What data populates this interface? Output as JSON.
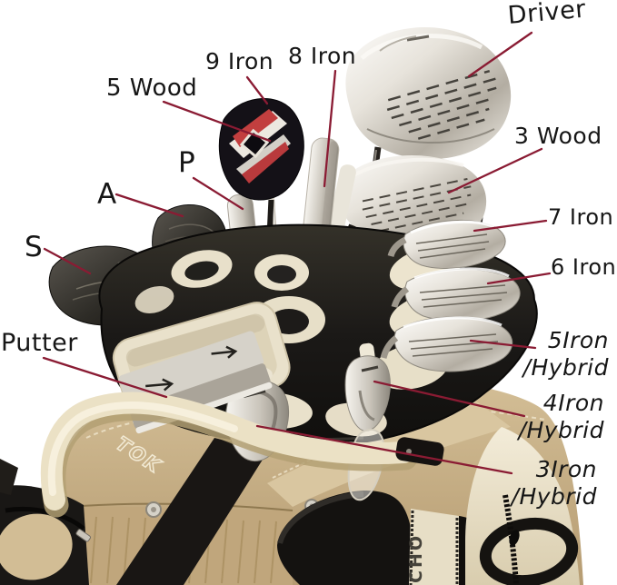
{
  "colors": {
    "background": "#ffffff",
    "leader_line": "#8a1b33",
    "label_text": "#161616",
    "bag_tan": "#c6ae85",
    "bag_cream_panel": "#ece3cc",
    "handle_cream": "#ebe1c5",
    "organizer_black": "#1c1a18",
    "club_chrome": "#d9d5cc",
    "wood_accent_red": "#c23f3f"
  },
  "labels": {
    "driver": {
      "text": "Driver"
    },
    "nine_iron": {
      "text": "9 Iron"
    },
    "eight_iron": {
      "text": "8 Iron"
    },
    "five_wood": {
      "text": "5 Wood"
    },
    "three_wood": {
      "text": "3 Wood"
    },
    "pitching_wedge": {
      "text": "P"
    },
    "approach_wedge": {
      "text": "A"
    },
    "sand_wedge": {
      "text": "S"
    },
    "seven_iron": {
      "text": "7 Iron"
    },
    "six_iron": {
      "text": "6 Iron"
    },
    "five_iron_hybrid": {
      "text": "5Iron\n/Hybrid"
    },
    "putter": {
      "text": "Putter"
    },
    "four_iron_hybrid": {
      "text": "4Iron\n/Hybrid"
    },
    "three_iron_hybrid": {
      "text": "3Iron\n/Hybrid"
    }
  },
  "bag": {
    "side_text": "CHO",
    "embroidery_text": "TOK"
  }
}
